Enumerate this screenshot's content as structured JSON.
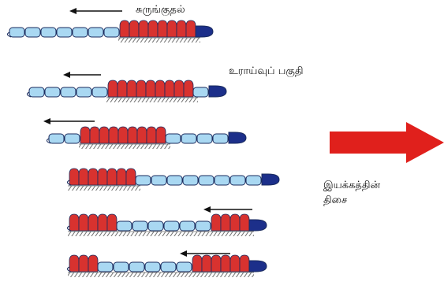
{
  "labels": {
    "contraction": "சுருங்குதல்",
    "friction_part": "உராய்வுப் பகுதி",
    "direction_line1": "இயக்கத்தின்",
    "direction_line2": "திசை"
  },
  "colors": {
    "relaxed": "#a9d8f2",
    "contracted": "#d8322f",
    "head": "#1c2f8a",
    "outline": "#1a2b5e",
    "ground": "#6d6d6d",
    "arrow_big": "#e0201c",
    "arrow_small": "#111111"
  },
  "worms": [
    {
      "row": 1,
      "pattern": "BBBBBBBRRRRRRRRH",
      "small_arrow": true
    },
    {
      "row": 2,
      "pattern": "BBBBBRRRRRRRRRBH",
      "small_arrow": true
    },
    {
      "row": 3,
      "pattern": "BBRRRRRRRRRBBBBH",
      "small_arrow": true
    },
    {
      "row": 4,
      "pattern": "RRRRRRRBBBBBBBBH",
      "small_arrow": false
    },
    {
      "row": 5,
      "pattern": "RRRRRBBBBBBRRRRH",
      "small_arrow": true
    },
    {
      "row": 6,
      "pattern": "RRRBBBBBBRRRRRRH",
      "small_arrow": true
    }
  ]
}
